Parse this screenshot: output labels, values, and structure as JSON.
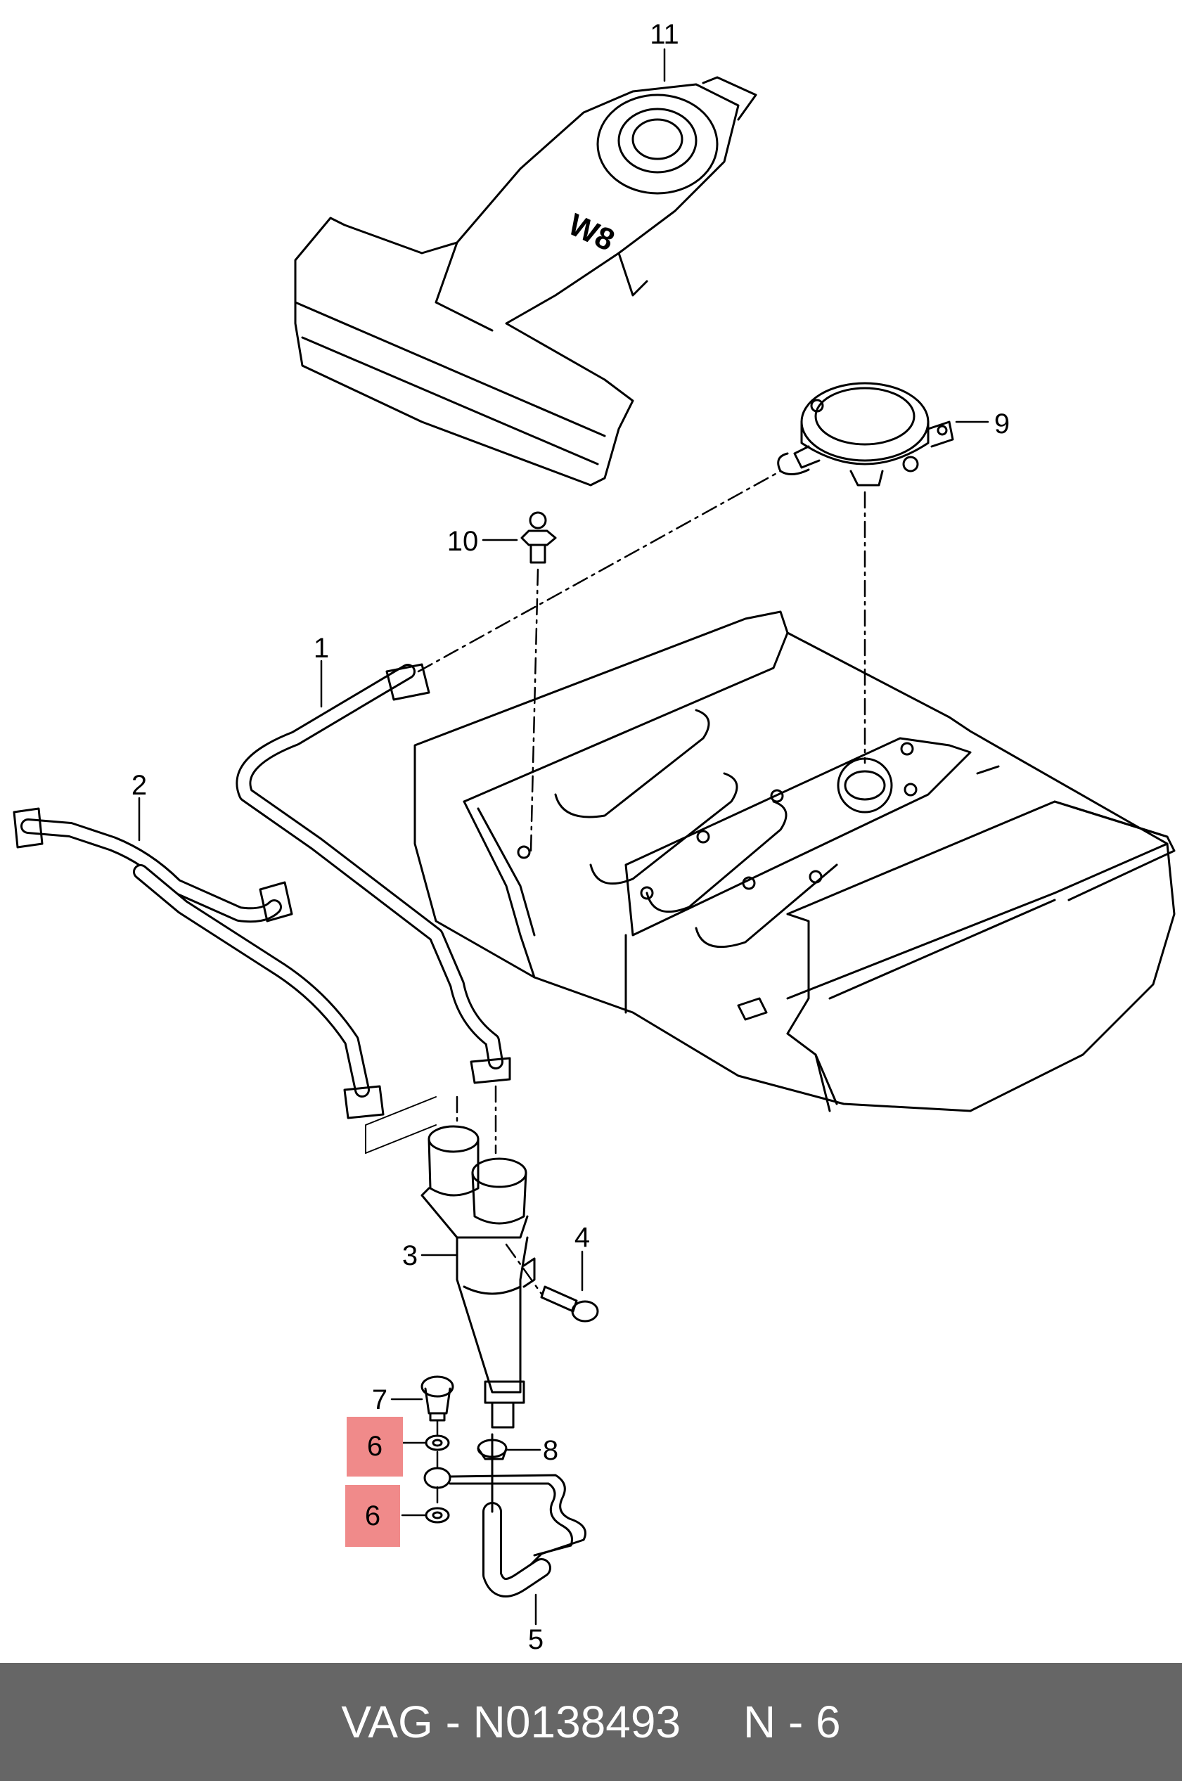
{
  "diagram": {
    "callouts": {
      "c1": "1",
      "c2": "2",
      "c3": "3",
      "c4": "4",
      "c5": "5",
      "c6a": "6",
      "c6b": "6",
      "c7": "7",
      "c8": "8",
      "c9": "9",
      "c10": "10",
      "c11": "11"
    },
    "engine_cover_badge": "W8",
    "highlight_color": "#f08a8a"
  },
  "footer": {
    "text": "VAG - N0138493     N - 6",
    "background": "#666666"
  }
}
